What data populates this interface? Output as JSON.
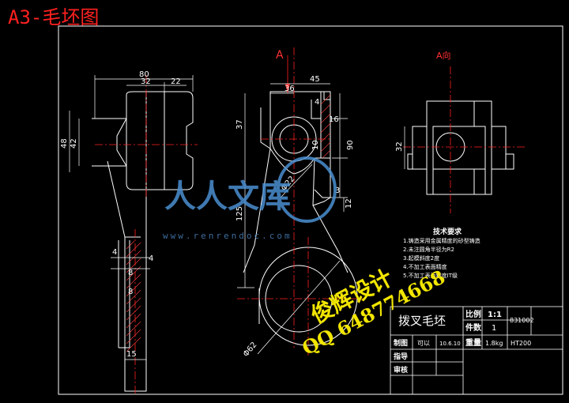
{
  "sheet": {
    "title": "A3-毛坯图",
    "view_label_a": "A",
    "view_label_a_dir": "A向"
  },
  "dims": {
    "d80": "80",
    "d32a": "32",
    "d22": "22",
    "d42": "42",
    "d48": "48",
    "d4a": "4",
    "d4b": "4",
    "d8a": "8",
    "d8b": "8",
    "d15": "15",
    "d45": "45",
    "d36": "36",
    "d4c": "4",
    "d37": "37",
    "d16": "16",
    "d90": "90",
    "d10": "10",
    "d3": "3",
    "d125": "125",
    "d12": "12",
    "dphi22": "Φ22",
    "dphi62": "Φ62",
    "d32b": "32"
  },
  "tech_req": {
    "heading": "技术要求",
    "items": [
      "1.铸造采用金属精度的砂型铸造",
      "2.未注圆角半径为R2",
      "3.起模斜度2度",
      "4.不加工表面精度",
      "5.不加工表面精度IT级"
    ]
  },
  "title_block": {
    "part_name": "拨叉毛坯",
    "scale_label": "比例",
    "scale_value": "1:1",
    "count_label": "件数",
    "count_value": "1",
    "code": "831002",
    "drawn_label": "制图",
    "drawn_name": "可以",
    "drawn_date": "10.6.10",
    "weight_label": "重量",
    "weight_value": "1.8kg",
    "material": "HT200",
    "guide_label": "指导",
    "review_label": "审核"
  },
  "watermark": {
    "brand_cn": "人人文库",
    "brand_url": "www.renrendoc.com",
    "designer": "俊辉设计",
    "qq": "QQ 648774668"
  },
  "colors": {
    "background": "#000000",
    "outline": "#ffffff",
    "centerline": "#ff2020",
    "hatch": "#ff4040",
    "watermark_yellow": "#f2e600",
    "watermark_blue": "#4a8fd0"
  }
}
